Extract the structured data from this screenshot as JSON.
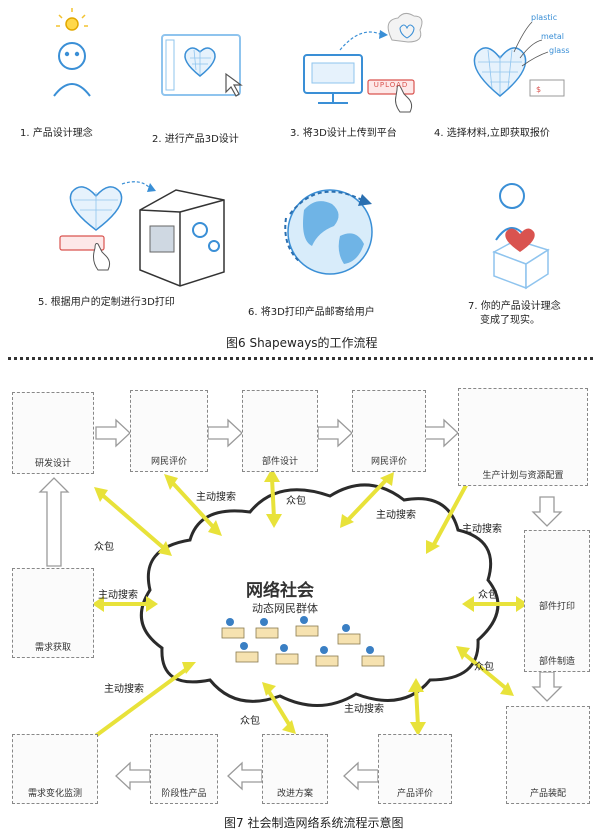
{
  "fig6": {
    "steps": [
      "1. 产品设计理念",
      "2. 进行产品3D设计",
      "3. 将3D设计上传到平台",
      "4. 选择材料,立即获取报价",
      "5. 根据用户的定制进行3D打印",
      "6. 将3D打印产品邮寄给用户",
      "7. 你的产品设计理念",
      "变成了现实。"
    ],
    "materials": [
      "plastic",
      "metal",
      "glass"
    ],
    "upload_button": "UPLOAD",
    "caption": "图6 Shapeways的工作流程"
  },
  "fig7": {
    "nodes": {
      "rd": "研发设计",
      "review1": "网民评价",
      "parts_design": "部件设计",
      "review2": "网民评价",
      "production_plan": "生产计划与资源配置",
      "parts_print": "部件打印",
      "parts_make": "部件制造",
      "assembly": "产品装配",
      "product_review": "产品评价",
      "improve": "改进方案",
      "stage_product": "阶段性产品",
      "demand_monitor": "需求变化监测",
      "demand_capture": "需求获取"
    },
    "cloud": {
      "title": "网络社会",
      "subtitle": "动态网民群体"
    },
    "tags": {
      "crowd": "众包",
      "search": "主动搜索"
    },
    "caption": "图7 社会制造网络系统流程示意图"
  },
  "colors": {
    "arrow_yellow": "#e8e23a",
    "arrow_outline": "#9a9a9a",
    "sketch_blue": "#3a8fd6",
    "accent_red": "#d9534f"
  }
}
